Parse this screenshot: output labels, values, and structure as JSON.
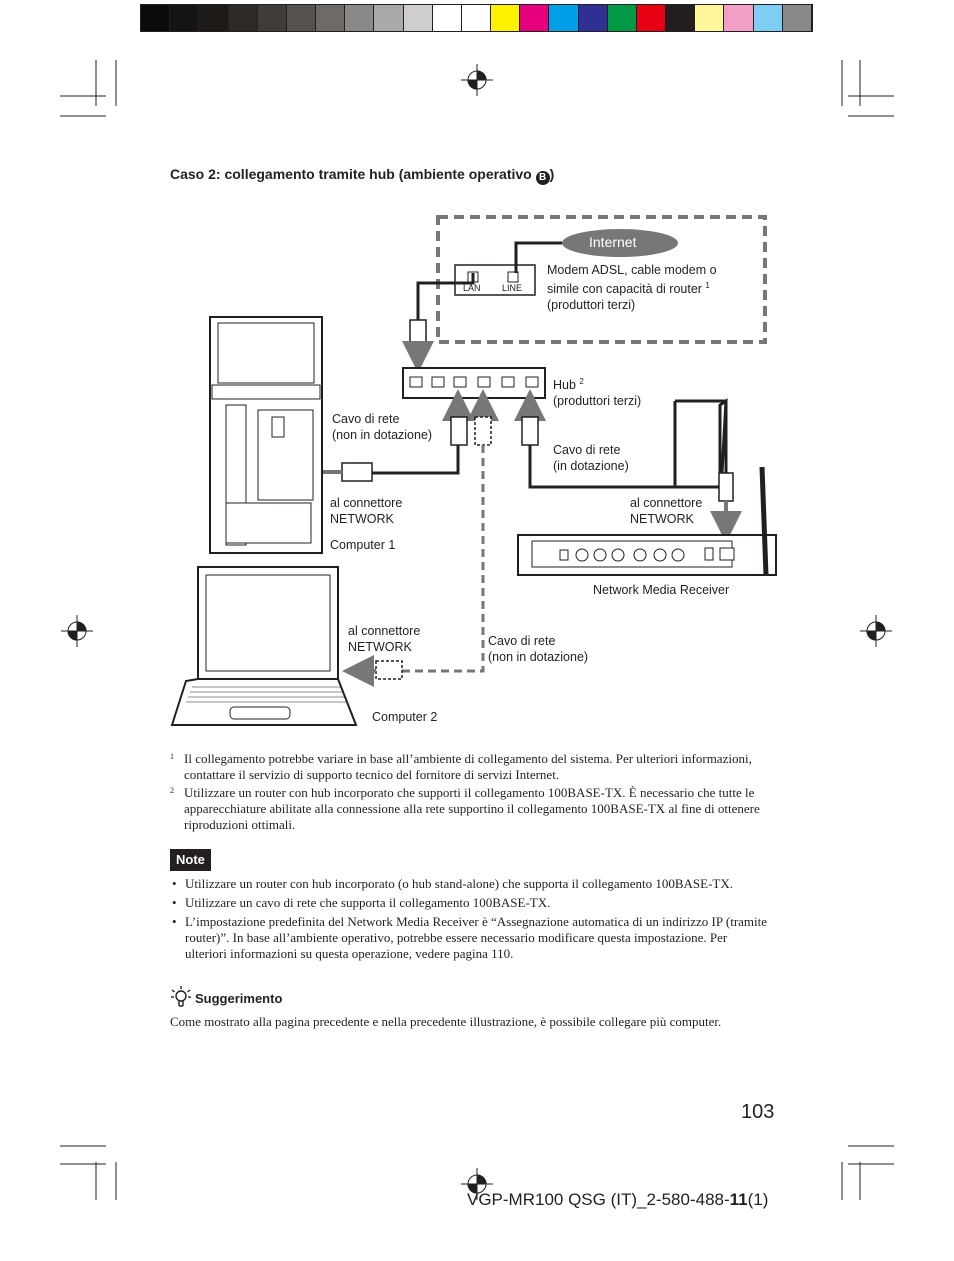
{
  "colorbar": {
    "swatches": [
      "#0b0b0b",
      "#141414",
      "#1e1a17",
      "#2e2a27",
      "#3f3c3a",
      "#55524f",
      "#6d6a67",
      "#8a8886",
      "#aba9a7",
      "#cfcecd",
      "#ffffff",
      "gap",
      "#fff200",
      "#e6007e",
      "#00a0e9",
      "#2e3192",
      "#009944",
      "#e60012",
      "#231f20",
      "#fff799",
      "#f29fc5",
      "#7ecef4",
      "#898989"
    ]
  },
  "heading": {
    "text": "Caso 2: collegamento tramite hub (ambiente operativo ",
    "badge": "B",
    "suffix": ")"
  },
  "diagram": {
    "internet": "Internet",
    "port_lan": "LAN",
    "port_line": "LINE",
    "modem_line1": "Modem ADSL, cable modem o",
    "modem_line2": "simile con capacità di router",
    "modem_sup": "1",
    "modem_line3": "(produttori terzi)",
    "hub_label": "Hub",
    "hub_sup": "2",
    "hub_sub": "(produttori terzi)",
    "cable1_line1": "Cavo di rete",
    "cable1_line2": "(non in dotazione)",
    "cable2_line1": "Cavo di rete",
    "cable2_line2": "(in dotazione)",
    "conn_pc1_line1": "al connettore",
    "conn_pc1_line2": "NETWORK",
    "computer1": "Computer 1",
    "conn_nmr_line1": "al connettore",
    "conn_nmr_line2": "NETWORK",
    "nmr": "Network Media Receiver",
    "conn_pc2_line1": "al connettore",
    "conn_pc2_line2": "NETWORK",
    "cable3_line1": "Cavo di rete",
    "cable3_line2": "(non in dotazione)",
    "computer2": "Computer 2"
  },
  "footnotes": [
    {
      "num": "1",
      "text": "Il collegamento potrebbe variare in base all’ambiente di collegamento del sistema. Per ulteriori informazioni, contattare il servizio di supporto tecnico del fornitore di servizi Internet."
    },
    {
      "num": "2",
      "text": "Utilizzare un router con hub incorporato che supporti il collegamento 100BASE-TX. È necessario che tutte le apparecchiature abilitate alla connessione alla rete supportino il collegamento 100BASE-TX al fine di ottenere riproduzioni ottimali."
    }
  ],
  "note": {
    "badge": "Note",
    "items": [
      "Utilizzare un router con hub incorporato (o hub stand-alone) che supporta il collegamento 100BASE-TX.",
      "Utilizzare un cavo di rete che supporta il collegamento 100BASE-TX.",
      "L’impostazione predefinita del Network Media Receiver è “Assegnazione automatica di un indirizzo IP (tramite router)”. In base all’ambiente operativo, potrebbe essere necessario modificare questa impostazione. Per ulteriori informazioni su questa operazione, vedere pagina 110."
    ]
  },
  "tip": {
    "title": "Suggerimento",
    "text": "Come mostrato alla pagina precedente e nella precedente illustrazione, è possibile collegare più computer."
  },
  "page_number": "103",
  "footer": {
    "prefix": "VGP-MR100 QSG (IT)_2-580-488-",
    "bold": "11",
    "suffix": "(1)"
  }
}
